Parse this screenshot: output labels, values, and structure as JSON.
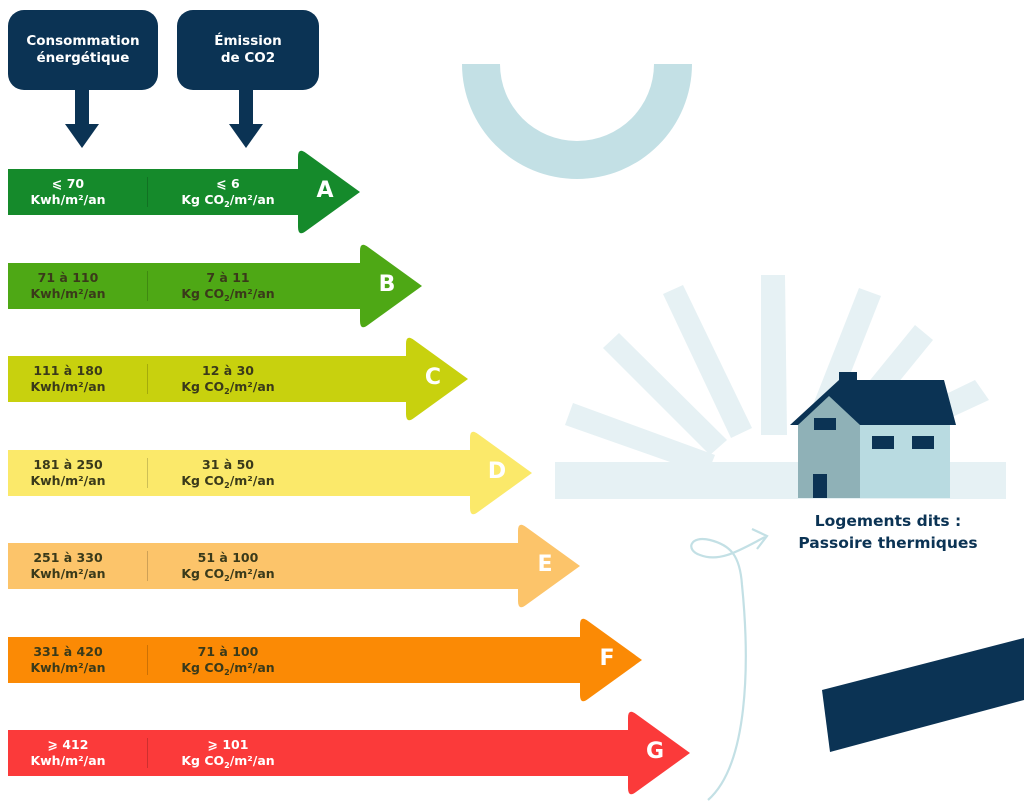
{
  "headers": {
    "consumption": [
      "Consommation",
      "énergétique"
    ],
    "emission": [
      "Émission",
      "de CO2"
    ]
  },
  "classes": [
    {
      "letter": "A",
      "energy": "⩽ 70",
      "energy_unit": "Kwh/m²/an",
      "co2": "⩽ 6",
      "co2_unit_prefix": "Kg CO",
      "co2_unit_sub": "2",
      "co2_unit_suffix": "/m²/an",
      "color": "#158a2b",
      "text_color": "#ffffff"
    },
    {
      "letter": "B",
      "energy": "71 à 110",
      "energy_unit": "Kwh/m²/an",
      "co2": "7 à 11",
      "co2_unit_prefix": "Kg CO",
      "co2_unit_sub": "2",
      "co2_unit_suffix": "/m²/an",
      "color": "#4ea815",
      "text_color": "#3a3a1a"
    },
    {
      "letter": "C",
      "energy": "111 à 180",
      "energy_unit": "Kwh/m²/an",
      "co2": "12 à 30",
      "co2_unit_prefix": "Kg CO",
      "co2_unit_sub": "2",
      "co2_unit_suffix": "/m²/an",
      "color": "#c8d10e",
      "text_color": "#3a3a1a"
    },
    {
      "letter": "D",
      "energy": "181 à 250",
      "energy_unit": "Kwh/m²/an",
      "co2": "31 à 50",
      "co2_unit_prefix": "Kg CO",
      "co2_unit_sub": "2",
      "co2_unit_suffix": "/m²/an",
      "color": "#fbe96a",
      "text_color": "#3a3a1a"
    },
    {
      "letter": "E",
      "energy": "251 à 330",
      "energy_unit": "Kwh/m²/an",
      "co2": "51 à 100",
      "co2_unit_prefix": "Kg CO",
      "co2_unit_sub": "2",
      "co2_unit_suffix": "/m²/an",
      "color": "#fcc46a",
      "text_color": "#3a3a1a"
    },
    {
      "letter": "F",
      "energy": "331 à 420",
      "energy_unit": "Kwh/m²/an",
      "co2": "71 à 100",
      "co2_unit_prefix": "Kg CO",
      "co2_unit_sub": "2",
      "co2_unit_suffix": "/m²/an",
      "color": "#fb8a05",
      "text_color": "#3a3a1a"
    },
    {
      "letter": "G",
      "energy": "⩾ 412",
      "energy_unit": "Kwh/m²/an",
      "co2": "⩾ 101",
      "co2_unit_prefix": "Kg CO",
      "co2_unit_sub": "2",
      "co2_unit_suffix": "/m²/an",
      "color": "#fb3a3a",
      "text_color": "#ffffff"
    }
  ],
  "house_label": [
    "Logements dits :",
    "Passoire thermiques"
  ],
  "colors": {
    "navy": "#0b3354",
    "light_blue": "#c3e0e5",
    "pale_blue": "#e6f1f4",
    "house_wall": "#b9dbe1",
    "house_wall_dark": "#8fb1b7"
  }
}
